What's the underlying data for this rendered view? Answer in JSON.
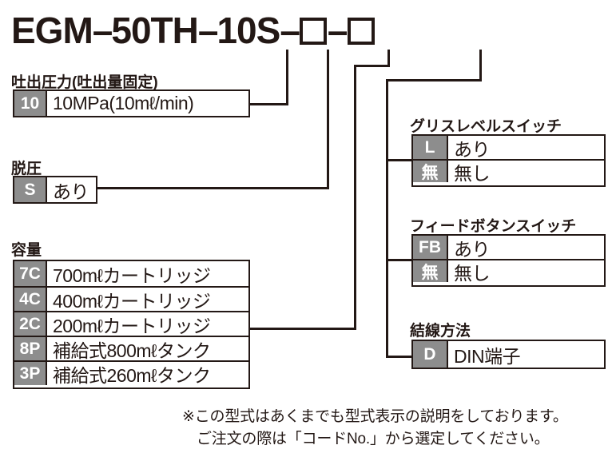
{
  "model_number": {
    "prefix": "EGM",
    "dash": "–",
    "part2": "50TH",
    "part3": "10S",
    "blank_box": "□",
    "full_text": "EGM-50TH-10S-□-□"
  },
  "sections": {
    "discharge_pressure": {
      "title": "吐出圧力(吐出量固定)",
      "rows": [
        {
          "code": "10",
          "desc": "10MPa(10mℓ/min)"
        }
      ]
    },
    "pressure_release": {
      "title": "脱圧",
      "rows": [
        {
          "code": "S",
          "desc": "あり"
        }
      ]
    },
    "capacity": {
      "title": "容量",
      "rows": [
        {
          "code": "7C",
          "desc": "700mℓカートリッジ"
        },
        {
          "code": "4C",
          "desc": "400mℓカートリッジ"
        },
        {
          "code": "2C",
          "desc": "200mℓカートリッジ"
        },
        {
          "code": "8P",
          "desc": "補給式800mℓタンク"
        },
        {
          "code": "3P",
          "desc": "補給式260mℓタンク"
        }
      ]
    },
    "grease_level_switch": {
      "title": "グリスレベルスイッチ",
      "rows": [
        {
          "code": "L",
          "desc": "あり"
        },
        {
          "code": "無",
          "desc": "無し"
        }
      ]
    },
    "feed_button_switch": {
      "title": "フィードボタンスイッチ",
      "rows": [
        {
          "code": "FB",
          "desc": "あり"
        },
        {
          "code": "無",
          "desc": "無し"
        }
      ]
    },
    "wiring_method": {
      "title": "結線方法",
      "rows": [
        {
          "code": "D",
          "desc": "DIN端子"
        }
      ]
    }
  },
  "footnote": {
    "line1": "※この型式はあくまでも型式表示の説明をしております。",
    "line2": "ご注文の際は「コードNo.」から選定してください。"
  },
  "colors": {
    "ink": "#231815",
    "code_cell_bg": "#8d8d8d",
    "code_cell_text": "#ffffff",
    "paper": "#ffffff"
  }
}
